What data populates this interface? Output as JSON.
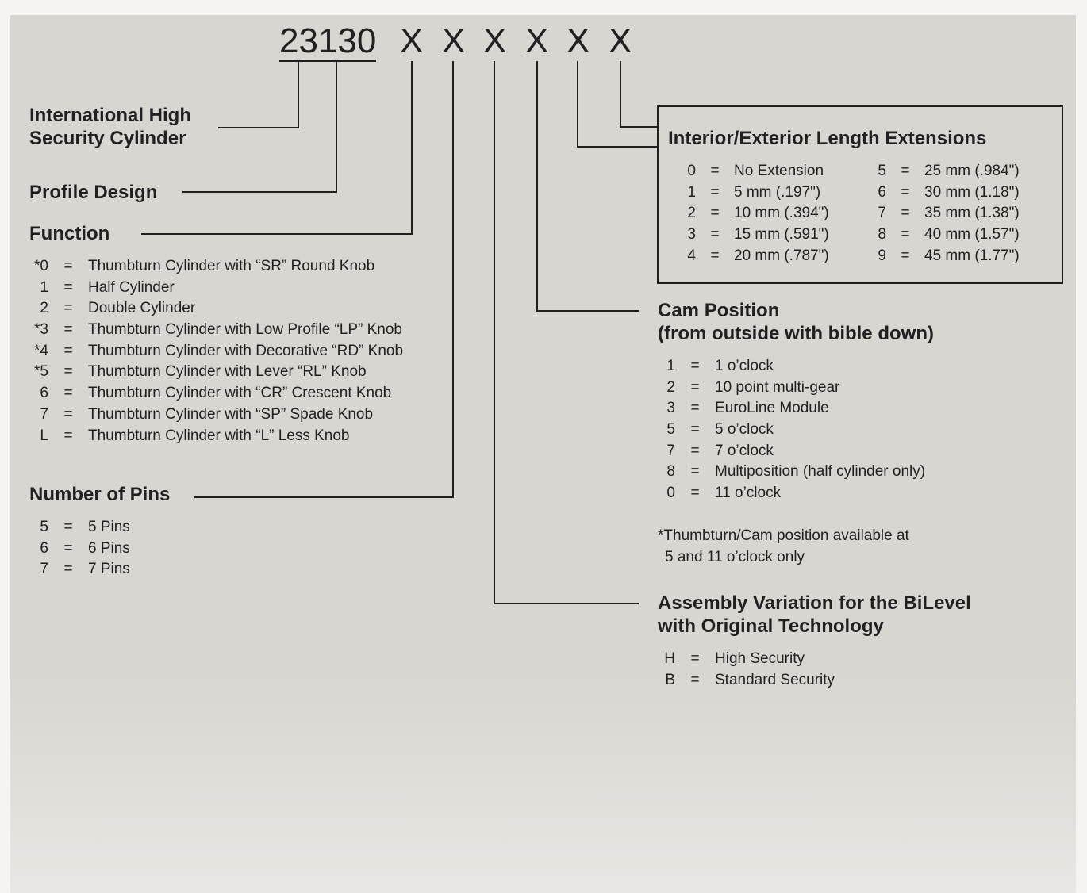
{
  "colors": {
    "background": "#d9d5d0",
    "ink": "#231f20",
    "outer": "#f6f4f2"
  },
  "part_number": {
    "base": "23130",
    "slots": [
      "X",
      "X",
      "X",
      "X",
      "X",
      "X"
    ]
  },
  "international": {
    "title_line1": "International High",
    "title_line2": "Security Cylinder"
  },
  "profile": {
    "title": "Profile Design"
  },
  "function": {
    "title": "Function",
    "items": [
      {
        "code": "*0",
        "label": "Thumbturn Cylinder with “SR” Round Knob"
      },
      {
        "code": "1",
        "label": "Half Cylinder"
      },
      {
        "code": "2",
        "label": "Double Cylinder"
      },
      {
        "code": "*3",
        "label": "Thumbturn Cylinder with Low Profile “LP” Knob"
      },
      {
        "code": "*4",
        "label": "Thumbturn Cylinder with Decorative “RD” Knob"
      },
      {
        "code": "*5",
        "label": "Thumbturn Cylinder with Lever “RL” Knob"
      },
      {
        "code": "6",
        "label": "Thumbturn Cylinder with “CR” Crescent Knob"
      },
      {
        "code": "7",
        "label": "Thumbturn Cylinder with “SP” Spade Knob"
      },
      {
        "code": "L",
        "label": "Thumbturn Cylinder with “L” Less Knob"
      }
    ]
  },
  "pins": {
    "title": "Number of Pins",
    "items": [
      {
        "code": "5",
        "label": "5 Pins"
      },
      {
        "code": "6",
        "label": "6 Pins"
      },
      {
        "code": "7",
        "label": "7 Pins"
      }
    ]
  },
  "extensions": {
    "title": "Interior/Exterior Length Extensions",
    "left": [
      {
        "code": "0",
        "label": "No Extension"
      },
      {
        "code": "1",
        "label": "5 mm (.197\")"
      },
      {
        "code": "2",
        "label": "10 mm (.394\")"
      },
      {
        "code": "3",
        "label": "15 mm (.591\")"
      },
      {
        "code": "4",
        "label": "20 mm (.787\")"
      }
    ],
    "right": [
      {
        "code": "5",
        "label": "25 mm (.984\")"
      },
      {
        "code": "6",
        "label": "30 mm (1.18\")"
      },
      {
        "code": "7",
        "label": "35 mm (1.38\")"
      },
      {
        "code": "8",
        "label": "40 mm (1.57\")"
      },
      {
        "code": "9",
        "label": "45 mm (1.77\")"
      }
    ]
  },
  "cam": {
    "title_line1": "Cam Position",
    "title_line2": "(from outside with bible down)",
    "items": [
      {
        "code": "1",
        "label": "1 o’clock"
      },
      {
        "code": "2",
        "label": "10 point multi-gear"
      },
      {
        "code": "3",
        "label": "EuroLine Module"
      },
      {
        "code": "5",
        "label": "5 o’clock"
      },
      {
        "code": "7",
        "label": "7 o’clock"
      },
      {
        "code": "8",
        "label": "Multiposition (half cylinder only)"
      },
      {
        "code": "0",
        "label": "11 o’clock"
      }
    ],
    "note_line1": "*Thumbturn/Cam position available at",
    "note_line2": "5 and 11 o’clock only"
  },
  "assembly": {
    "title_line1": "Assembly Variation for the BiLevel",
    "title_line2": "with Original Technology",
    "items": [
      {
        "code": "H",
        "label": "High Security"
      },
      {
        "code": "B",
        "label": "Standard Security"
      }
    ]
  },
  "equals": "="
}
